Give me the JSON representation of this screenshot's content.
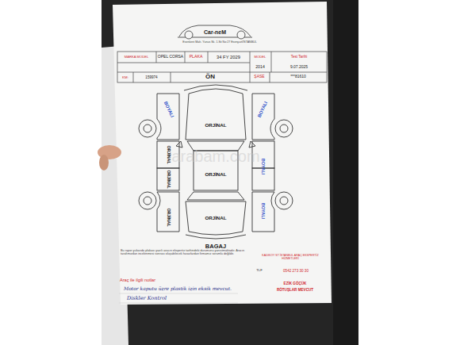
{
  "diagram": {
    "labels": [
      "Car-neM",
      "Esenkent Mah. Yunus Sk. 1.Sit No:27 Esenyurt/İSTANBUL",
      "MARKA MODEL",
      "OPEL CORSA",
      "PLAKA",
      "34 FY 2029",
      "MODEL",
      "2014",
      "Test Tarihi",
      "9.07.2025",
      "KM:",
      "159974",
      "ÖN",
      "ŞASE",
      "***81610",
      "BOYALI",
      "ORJİNAL",
      "BOYALI",
      "ORJİNAL",
      "ORJİNAL",
      "BOYALI",
      "ORJİNAL",
      "ORJİNAL",
      "ORJİNAL",
      "BOYALI",
      "BAGAJ",
      "arabam.com",
      "Bu rapor yukarıda plakası yazılı aracın ekspertiz tarihindeki durumunu yansıtmaktadır. Aracın tarafımızdan incelenmesi sonrası oluşabilecek hasarlardan firmamız sorumlu değildir.",
      "KADIKÖY ST İSTANBUL ARAÇ EKSPERTİZ HİZMETLERİ",
      "TLF",
      "0542 273 30 30",
      "EZİK GÖÇÜK",
      "RÖTUŞLAR MEVCUT",
      "Araç ile ilgili notlar",
      "Motor kaputu üzre plastik izin eksik mevcut.",
      "Diskler Kontrol"
    ]
  }
}
